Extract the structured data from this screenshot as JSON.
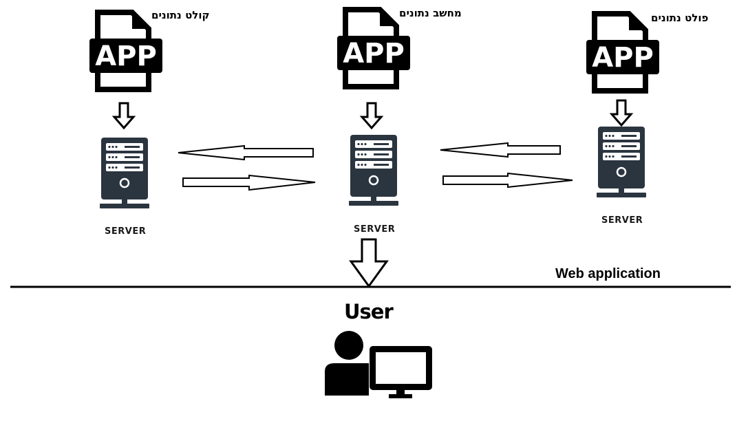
{
  "apps": [
    {
      "label": "קולט נתונים",
      "icon_text": "APP"
    },
    {
      "label": "מחשב נתונים",
      "icon_text": "APP"
    },
    {
      "label": "פולט נתונים",
      "icon_text": "APP"
    }
  ],
  "servers": [
    {
      "label": "SERVER"
    },
    {
      "label": "SERVER"
    },
    {
      "label": "SERVER"
    }
  ],
  "web_application_label": "Web application",
  "user_label": "User",
  "icons": [
    "app-file-icon",
    "server-icon",
    "down-arrow-icon",
    "left-arrow-icon",
    "right-arrow-icon",
    "user-computer-icon"
  ],
  "colors": {
    "server": "#2b3540",
    "line": "#000000"
  }
}
